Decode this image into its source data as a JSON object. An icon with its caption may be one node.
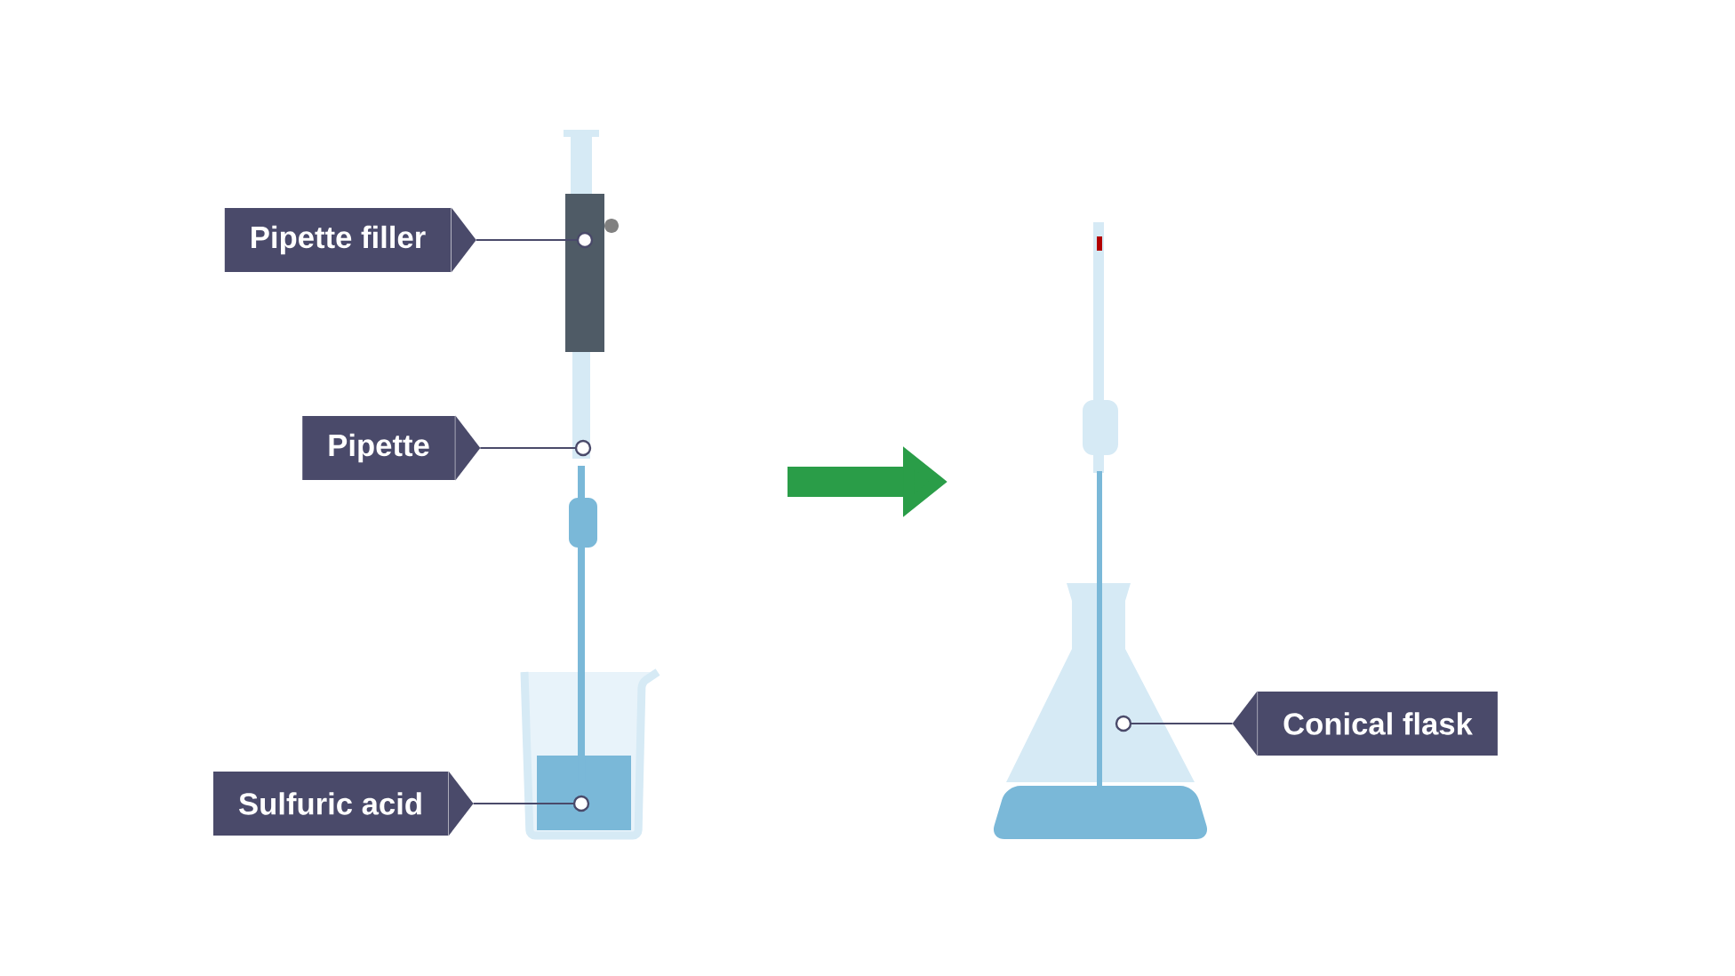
{
  "diagram": {
    "nodes": [
      {
        "text": [
          "Pipette filler"
        ]
      },
      {
        "text": [],
        "shape": "box"
      },
      {
        "text": [
          "Pipette"
        ]
      },
      {
        "text": [],
        "shape": "tube"
      },
      {
        "text": [
          "Sulfuric acid"
        ]
      },
      {
        "text": [],
        "shape": "liquid"
      },
      {
        "text": [],
        "shape": "flask"
      },
      {
        "text": [
          "Conical flask"
        ]
      }
    ],
    "edges": [
      {
        "from": 0,
        "to": 1,
        "arrow": "other"
      },
      {
        "from": 2,
        "to": 3,
        "arrow": "other"
      },
      {
        "from": 4,
        "to": 5,
        "arrow": "other"
      },
      {
        "from": 7,
        "to": 6,
        "arrow": "other"
      }
    ]
  }
}
